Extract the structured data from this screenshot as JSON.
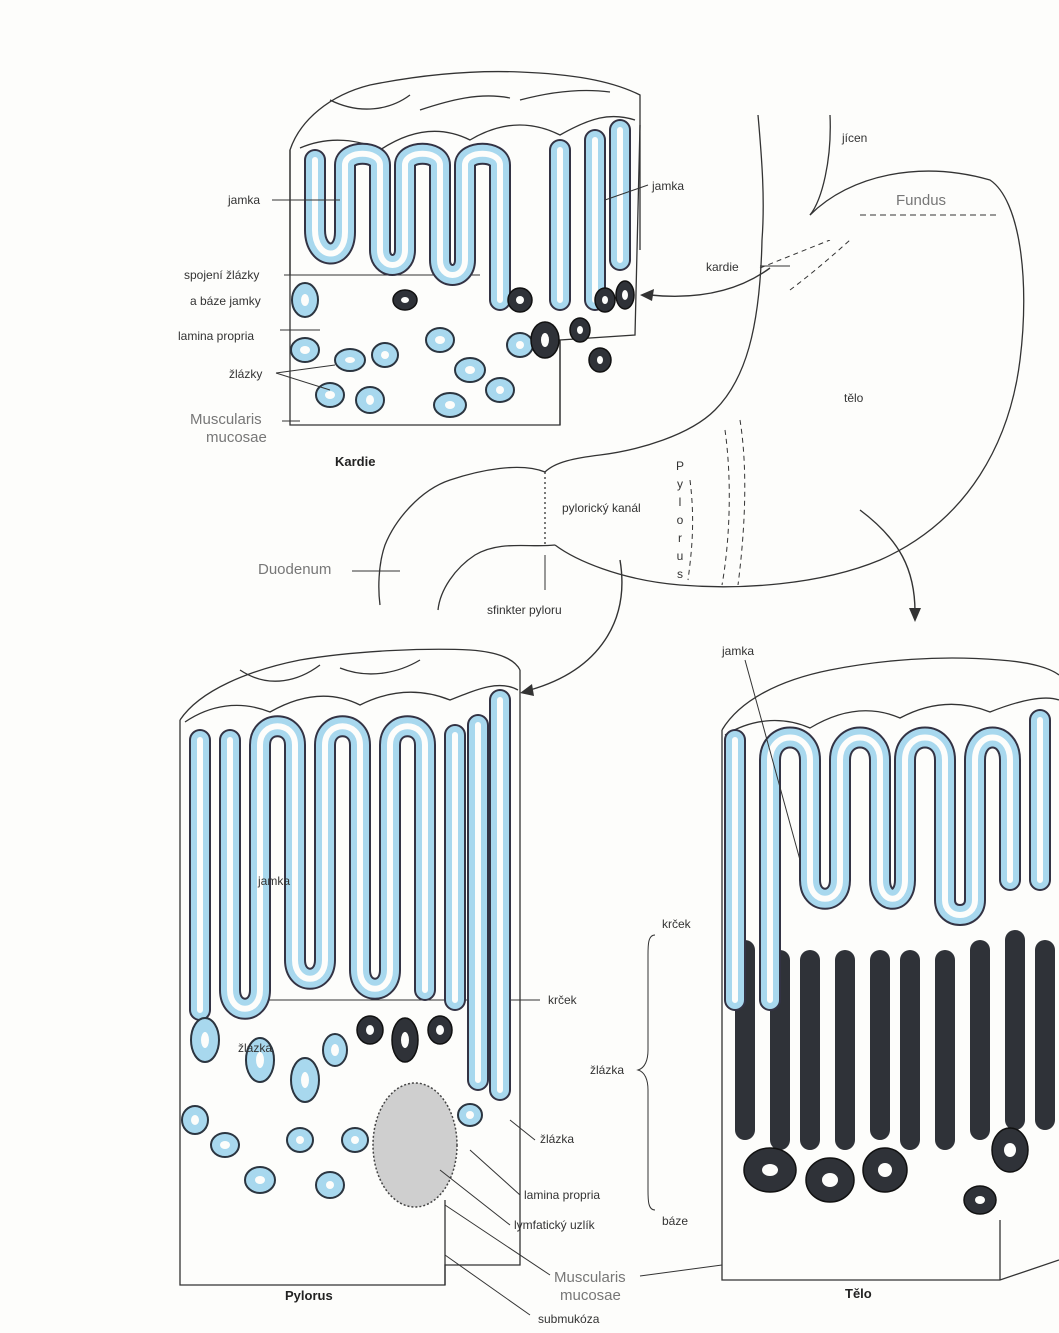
{
  "labels": {
    "kardie_block": {
      "jamka_left": "jamka",
      "jamka_right": "jamka",
      "spojeni_1": "spojení žlázky",
      "spojeni_2": "a báze jamky",
      "lamina_propria": "lamina propria",
      "zlazky": "žlázky",
      "muscularis_1": "Muscularis",
      "muscularis_2": "mucosae",
      "title": "Kardie"
    },
    "stomach": {
      "jicen": "jícen",
      "fundus": "Fundus",
      "kardie": "kardie",
      "telo": "tělo",
      "pylorus_vertical": "Pylorus",
      "pyloricky_kanal": "pylorický kanál",
      "duodenum": "Duodenum",
      "sfinkter": "sfinkter pyloru"
    },
    "pylorus_block": {
      "jamka": "jamka",
      "zlazka_inner": "žlázka",
      "krcek": "krček",
      "zlazka": "žlázka",
      "lamina_propria": "lamina propria",
      "lymfaticky": "lymfatický uzlík",
      "muscularis_1": "Muscularis",
      "muscularis_2": "mucosae",
      "submukoza": "submukóza",
      "title": "Pylorus"
    },
    "telo_block": {
      "jamka": "jamka",
      "krcek": "krček",
      "zlazka": "žlázka",
      "baze": "báze",
      "title": "Tělo"
    }
  },
  "colors": {
    "epithelium": "#a8d8ee",
    "parietal_dark": "#2f3238",
    "line": "#333333"
  }
}
